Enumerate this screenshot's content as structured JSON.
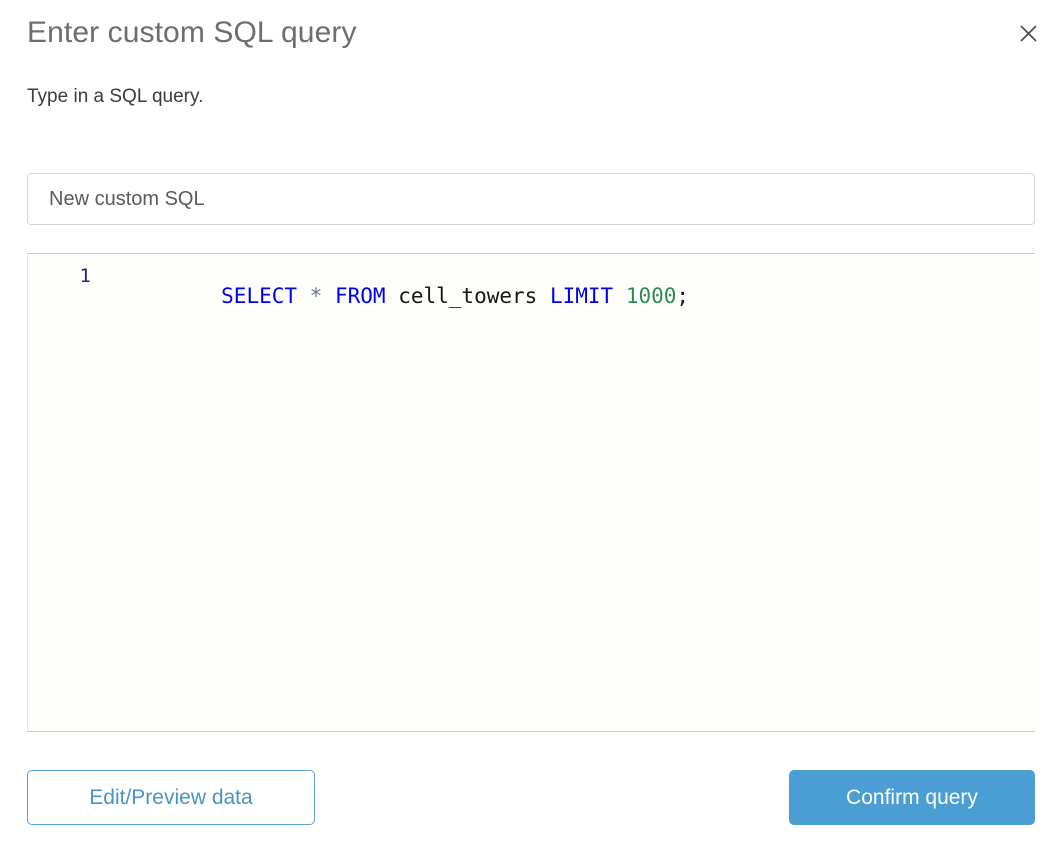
{
  "dialog": {
    "title": "Enter custom SQL query",
    "subtitle": "Type in a SQL query.",
    "close_icon": "close-icon"
  },
  "name_field": {
    "value": "New custom SQL",
    "placeholder": "New custom SQL"
  },
  "editor": {
    "line_numbers": [
      "1"
    ],
    "query_full_text": "SELECT * FROM cell_towers LIMIT 1000;",
    "tokens": [
      {
        "text": "SELECT",
        "type": "keyword",
        "color": "#0000ee"
      },
      {
        "text": " ",
        "type": "space"
      },
      {
        "text": "*",
        "type": "operator",
        "color": "#66778a"
      },
      {
        "text": " ",
        "type": "space"
      },
      {
        "text": "FROM",
        "type": "keyword",
        "color": "#0000ee"
      },
      {
        "text": " ",
        "type": "space"
      },
      {
        "text": "cell_towers",
        "type": "identifier",
        "color": "#161616"
      },
      {
        "text": " ",
        "type": "space"
      },
      {
        "text": "LIMIT",
        "type": "keyword",
        "color": "#0000ee"
      },
      {
        "text": " ",
        "type": "space"
      },
      {
        "text": "1000",
        "type": "number",
        "color": "#2e8b57"
      },
      {
        "text": ";",
        "type": "punctuation",
        "color": "#161616"
      }
    ]
  },
  "footer": {
    "secondary_label": "Edit/Preview data",
    "primary_label": "Confirm query",
    "primary_color": "#4a9ed4",
    "secondary_border_color": "#5ba0d0",
    "secondary_text_color": "#4a93c8"
  }
}
